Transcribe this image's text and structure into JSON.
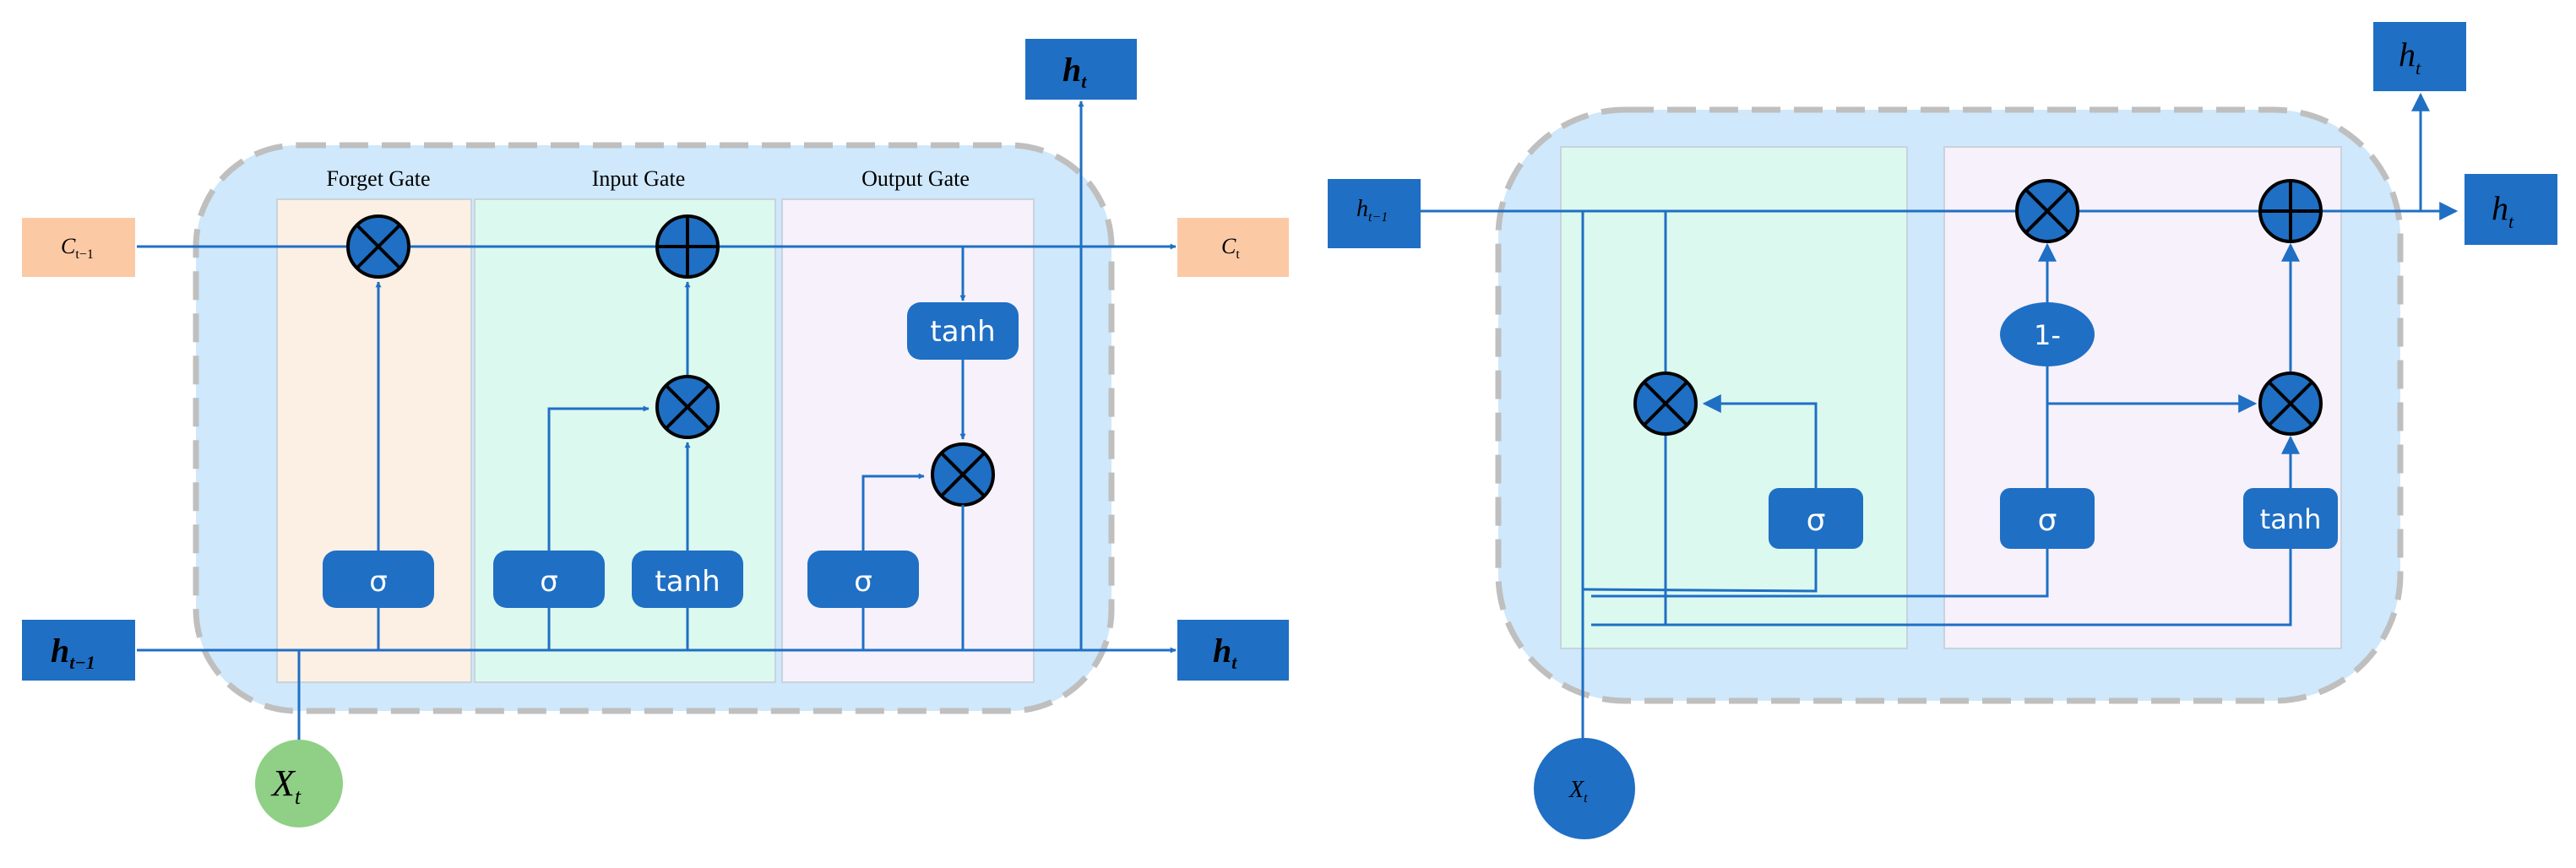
{
  "colors": {
    "accent": "#1f6fc4",
    "cell_bg": "#cfe8fb",
    "cell_border": "#bfbfbf",
    "forget_panel": "#fcefe4",
    "input_panel": "#dcf9ef",
    "output_panel": "#f6f1fb",
    "cell_state_box": "#fcc9a5",
    "xt_lstm": "#8fcf86",
    "xt_gru": "#1f6fc4"
  },
  "lstm": {
    "gate_forget": "Forget Gate",
    "gate_input": "Input Gate",
    "gate_output": "Output Gate",
    "sigma": "σ",
    "tanh": "tanh",
    "c_prev": "C",
    "c_prev_sub": "t−1",
    "c_next": "C",
    "c_next_sub": "t",
    "h_prev": "h",
    "h_prev_sub": "t−1",
    "h_out": "h",
    "h_out_sub": "t",
    "h_top": "h",
    "h_top_sub": "t",
    "x": "X",
    "x_sub": "t"
  },
  "gru": {
    "sigma": "σ",
    "tanh": "tanh",
    "one_minus": "1-",
    "h_prev": "h",
    "h_prev_sub": "t−1",
    "h_out": "h",
    "h_out_sub": "t",
    "h_top": "h",
    "h_top_sub": "t",
    "x": "X",
    "x_sub": "t"
  }
}
